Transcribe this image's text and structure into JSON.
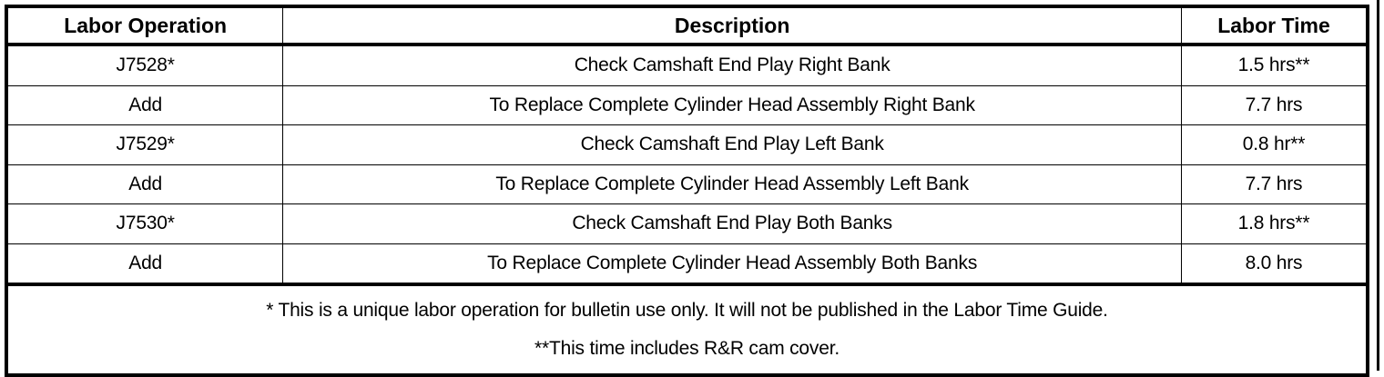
{
  "table": {
    "columns": [
      {
        "key": "labor_operation",
        "label": "Labor Operation"
      },
      {
        "key": "description",
        "label": "Description"
      },
      {
        "key": "labor_time",
        "label": "Labor Time"
      }
    ],
    "rows": [
      {
        "labor_operation": "J7528*",
        "description": "Check Camshaft End Play Right Bank",
        "labor_time": "1.5 hrs**"
      },
      {
        "labor_operation": "Add",
        "description": "To Replace Complete Cylinder Head Assembly Right Bank",
        "labor_time": "7.7 hrs"
      },
      {
        "labor_operation": "J7529*",
        "description": "Check Camshaft End Play Left Bank",
        "labor_time": "0.8 hr**"
      },
      {
        "labor_operation": "Add",
        "description": "To Replace Complete Cylinder Head Assembly Left Bank",
        "labor_time": "7.7 hrs"
      },
      {
        "labor_operation": "J7530*",
        "description": "Check Camshaft End Play Both Banks",
        "labor_time": "1.8 hrs**"
      },
      {
        "labor_operation": "Add",
        "description": "To Replace Complete Cylinder Head Assembly Both Banks",
        "labor_time": "8.0 hrs"
      }
    ],
    "footnotes": [
      "* This is a unique labor operation for bulletin use only. It will not be published in the Labor Time Guide.",
      "**This time includes R&R cam cover."
    ]
  },
  "colors": {
    "border": "#000000",
    "text": "#000000",
    "background": "#ffffff"
  }
}
